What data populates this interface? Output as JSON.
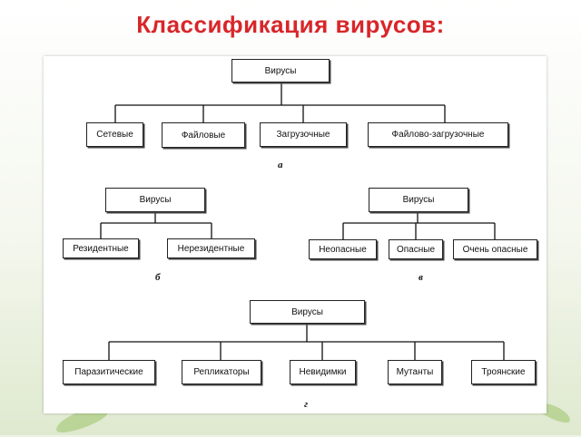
{
  "title": "Классификация вирусов:",
  "diagrams": {
    "a": {
      "label": "а",
      "root": "Вирусы",
      "children": [
        "Сетевые",
        "Файловые",
        "Загрузочные",
        "Файлово-загрузочные"
      ]
    },
    "b": {
      "label": "б",
      "root": "Вирусы",
      "children": [
        "Резидентные",
        "Нерезидентные"
      ]
    },
    "v": {
      "label": "в",
      "root": "Вирусы",
      "children": [
        "Неопасные",
        "Опасные",
        "Очень опасные"
      ]
    },
    "g": {
      "label": "г",
      "root": "Вирусы",
      "children": [
        "Паразитические",
        "Репликаторы",
        "Невидимки",
        "Мутанты",
        "Троянские"
      ]
    }
  }
}
